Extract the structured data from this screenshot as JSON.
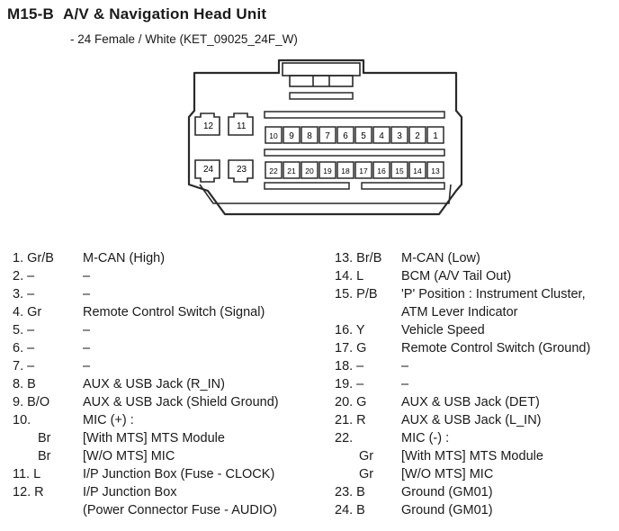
{
  "header": {
    "code": "M15-B",
    "title": "A/V & Navigation Head Unit",
    "subtitle": "- 24 Female / White (KET_09025_24F_W)"
  },
  "connector": {
    "top_row_labels": [
      "10",
      "9",
      "8",
      "7",
      "6",
      "5",
      "4",
      "3",
      "2",
      "1"
    ],
    "bottom_row_labels": [
      "22",
      "21",
      "20",
      "19",
      "18",
      "17",
      "16",
      "15",
      "14",
      "13"
    ],
    "side_labels": [
      "12",
      "11",
      "24",
      "23"
    ]
  },
  "pins_left": [
    {
      "num": "1. Gr/B",
      "wire": "",
      "desc": "M-CAN (High)"
    },
    {
      "num": "2. –",
      "wire": "",
      "desc": "–"
    },
    {
      "num": "3. –",
      "wire": "",
      "desc": "–"
    },
    {
      "num": "4. Gr",
      "wire": "",
      "desc": "Remote Control Switch (Signal)"
    },
    {
      "num": "5. –",
      "wire": "",
      "desc": "–"
    },
    {
      "num": "6. –",
      "wire": "",
      "desc": "–"
    },
    {
      "num": "7. –",
      "wire": "",
      "desc": "–"
    },
    {
      "num": "8. B",
      "wire": "",
      "desc": "AUX & USB Jack (R_IN)"
    },
    {
      "num": "9. B/O",
      "wire": "",
      "desc": "AUX & USB Jack (Shield Ground)"
    },
    {
      "num": "10.",
      "wire": "",
      "desc": "MIC (+) :"
    },
    {
      "num": "",
      "wire": "Br",
      "desc": "[With MTS] MTS Module"
    },
    {
      "num": "",
      "wire": "Br",
      "desc": "[W/O MTS] MIC"
    },
    {
      "num": "11. L",
      "wire": "",
      "desc": "I/P Junction Box (Fuse - CLOCK)"
    },
    {
      "num": "12. R",
      "wire": "",
      "desc": "I/P Junction Box"
    },
    {
      "num": "",
      "wire": "",
      "desc": "(Power Connector Fuse - AUDIO)"
    }
  ],
  "pins_right": [
    {
      "num": "13. Br/B",
      "wire": "",
      "desc": "M-CAN (Low)"
    },
    {
      "num": "14. L",
      "wire": "",
      "desc": "BCM (A/V Tail Out)"
    },
    {
      "num": "15. P/B",
      "wire": "",
      "desc": "'P' Position : Instrument Cluster,"
    },
    {
      "num": "",
      "wire": "",
      "desc": "ATM Lever Indicator"
    },
    {
      "num": "16. Y",
      "wire": "",
      "desc": "Vehicle Speed"
    },
    {
      "num": "17. G",
      "wire": "",
      "desc": "Remote Control Switch (Ground)"
    },
    {
      "num": "18. –",
      "wire": "",
      "desc": "–"
    },
    {
      "num": "19. –",
      "wire": "",
      "desc": "–"
    },
    {
      "num": "20. G",
      "wire": "",
      "desc": "AUX & USB Jack (DET)"
    },
    {
      "num": "21. R",
      "wire": "",
      "desc": "AUX & USB Jack (L_IN)"
    },
    {
      "num": "22.",
      "wire": "",
      "desc": "MIC (-) :"
    },
    {
      "num": "",
      "wire": "Gr",
      "desc": "[With MTS] MTS Module"
    },
    {
      "num": "",
      "wire": "Gr",
      "desc": "[W/O MTS] MIC"
    },
    {
      "num": "23. B",
      "wire": "",
      "desc": "Ground (GM01)"
    },
    {
      "num": "24. B",
      "wire": "",
      "desc": "Ground (GM01)"
    }
  ]
}
